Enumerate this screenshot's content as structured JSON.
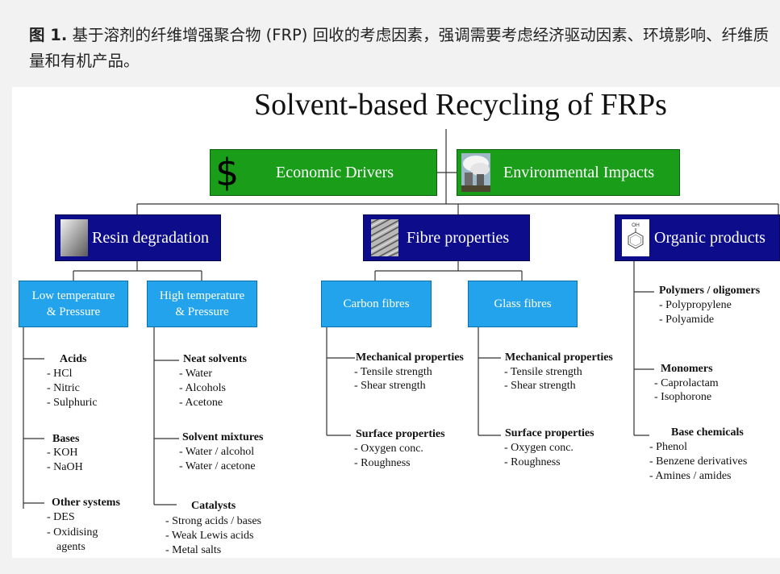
{
  "caption": {
    "fig_label": "图 1.",
    "text": "基于溶剂的纤维增强聚合物 (FRP) 回收的考虑因素，强调需要考虑经济驱动因素、环境影响、纤维质量和有机产品。"
  },
  "diagram": {
    "title": "Solvent-based Recycling of FRPs",
    "economic": {
      "icon_glyph": "$",
      "label": "Economic Drivers"
    },
    "environmental": {
      "label": "Environmental Impacts"
    },
    "resin": {
      "label": "Resin degradation"
    },
    "fibre": {
      "label": "Fibre properties"
    },
    "organic": {
      "label": "Organic products",
      "icon_text": "OH"
    },
    "low_temp": {
      "line1": "Low temperature",
      "line2": "& Pressure"
    },
    "high_temp": {
      "line1": "High temperature",
      "line2": "& Pressure"
    },
    "carbon": {
      "label": "Carbon fibres"
    },
    "glass": {
      "label": "Glass fibres"
    },
    "low_groups": [
      {
        "heading": "Acids",
        "items": [
          "- HCl",
          "- Nitric",
          "- Sulphuric"
        ]
      },
      {
        "heading": "Bases",
        "items": [
          "- KOH",
          "- NaOH"
        ]
      },
      {
        "heading": "Other systems",
        "items": [
          "- DES",
          "- Oxidising",
          "agents"
        ]
      }
    ],
    "high_groups": [
      {
        "heading": "Neat solvents",
        "items": [
          "- Water",
          "- Alcohols",
          "- Acetone"
        ]
      },
      {
        "heading": "Solvent mixtures",
        "items": [
          "- Water / alcohol",
          "- Water / acetone"
        ]
      },
      {
        "heading": "Catalysts",
        "items": [
          "- Strong acids / bases",
          "- Weak Lewis acids",
          "- Metal salts"
        ]
      }
    ],
    "carbon_groups": [
      {
        "heading": "Mechanical properties",
        "items": [
          "- Tensile strength",
          "- Shear strength"
        ]
      },
      {
        "heading": "Surface properties",
        "items": [
          "- Oxygen conc.",
          "- Roughness"
        ]
      }
    ],
    "glass_groups": [
      {
        "heading": "Mechanical properties",
        "items": [
          "- Tensile strength",
          "- Shear strength"
        ]
      },
      {
        "heading": "Surface properties",
        "items": [
          "- Oxygen conc.",
          "- Roughness"
        ]
      }
    ],
    "organic_groups": [
      {
        "heading": "Polymers / oligomers",
        "items": [
          "- Polypropylene",
          "- Polyamide"
        ]
      },
      {
        "heading": "Monomers",
        "items": [
          "- Caprolactam",
          "- Isophorone"
        ]
      },
      {
        "heading": "Base chemicals",
        "items": [
          "- Phenol",
          "- Benzene derivatives",
          "- Amines / amides"
        ]
      }
    ]
  }
}
